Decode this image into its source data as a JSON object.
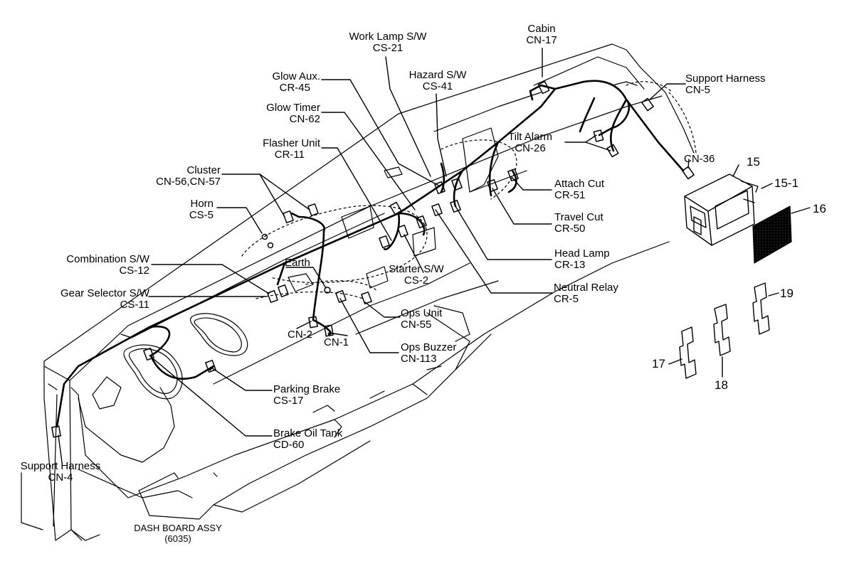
{
  "callouts": [
    {
      "id": "work-lamp",
      "name": "Work Lamp S/W",
      "code": "CS-21"
    },
    {
      "id": "cabin",
      "name": "Cabin",
      "code": "CN-17"
    },
    {
      "id": "glow-aux",
      "name": "Glow Aux.",
      "code": "CR-45"
    },
    {
      "id": "hazard",
      "name": "Hazard S/W",
      "code": "CS-41"
    },
    {
      "id": "support-harness-top",
      "name": "Support Harness",
      "code": "CN-5"
    },
    {
      "id": "glow-timer",
      "name": "Glow Timer",
      "code": "CN-62"
    },
    {
      "id": "tilt-alarm",
      "name": "Tilt Alarm",
      "code": "CN-26"
    },
    {
      "id": "flasher",
      "name": "Flasher Unit",
      "code": "CR-11"
    },
    {
      "id": "cluster",
      "name": "Cluster",
      "code": "CN-56,CN-57"
    },
    {
      "id": "attach-cut",
      "name": "Attach Cut",
      "code": "CR-51"
    },
    {
      "id": "horn",
      "name": "Horn",
      "code": "CS-5"
    },
    {
      "id": "travel-cut",
      "name": "Travel Cut",
      "code": "CR-50"
    },
    {
      "id": "head-lamp",
      "name": "Head Lamp",
      "code": "CR-13"
    },
    {
      "id": "combination",
      "name": "Combination S/W",
      "code": "CS-12"
    },
    {
      "id": "starter",
      "name": "Starter S/W",
      "code": "CS-2"
    },
    {
      "id": "neutral-relay",
      "name": "Neutral Relay",
      "code": "CR-5"
    },
    {
      "id": "gear-selector",
      "name": "Gear Selector S/W",
      "code": "CS-11"
    },
    {
      "id": "ops-unit",
      "name": "Ops Unit",
      "code": "CN-55"
    },
    {
      "id": "ops-buzzer",
      "name": "Ops Buzzer",
      "code": "CN-113"
    },
    {
      "id": "parking-brake",
      "name": "Parking Brake",
      "code": "CS-17"
    },
    {
      "id": "brake-oil",
      "name": "Brake Oil Tank",
      "code": "CD-60"
    },
    {
      "id": "support-harness-bottom",
      "name": "Support Harness",
      "code": "CN-4"
    }
  ],
  "single_labels": {
    "earth": "Earth",
    "cn2": "CN-2",
    "cn1": "CN-1",
    "cn36": "CN-36"
  },
  "part_numbers": {
    "p15": "15",
    "p15_1": "15-1",
    "p16": "16",
    "p17": "17",
    "p18": "18",
    "p19": "19"
  },
  "caption": {
    "title": "DASH BOARD ASSY",
    "code": "(6035)"
  }
}
